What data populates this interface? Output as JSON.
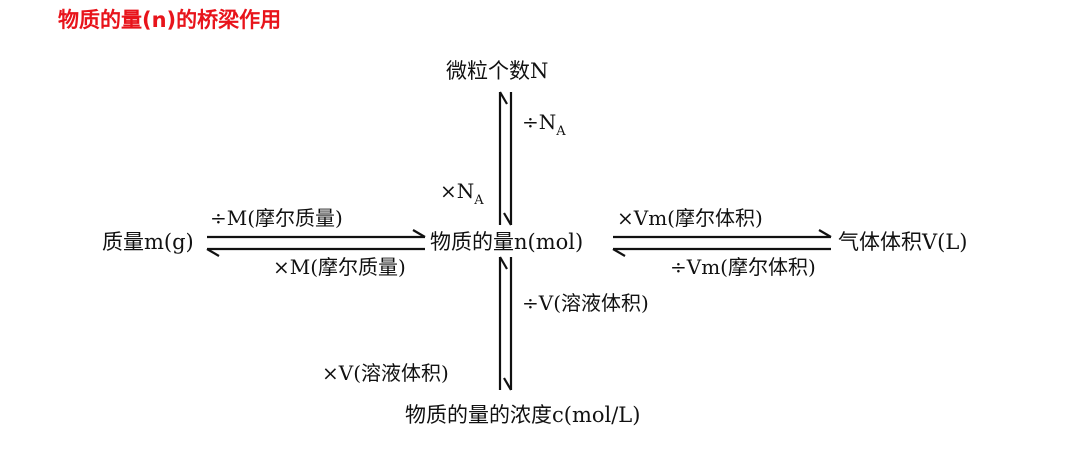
{
  "title": "物质的量(n)的桥梁作用",
  "nodes": {
    "particles": "微粒个数N",
    "center": "物质的量n(mol)",
    "mass": "质量m(g)",
    "gas_volume": "气体体积V(L)",
    "concentration": "物质的量的浓度c(mol/L)"
  },
  "labels": {
    "div_na_sign": "÷N",
    "div_na_sub": "A",
    "mul_na_sign": "×N",
    "mul_na_sub": "A",
    "div_m": "÷M(摩尔质量)",
    "mul_m": "×M(摩尔质量)",
    "mul_vm": "×Vm(摩尔体积)",
    "div_vm": "÷Vm(摩尔体积)",
    "div_v": "÷V(溶液体积)",
    "mul_v": "×V(溶液体积)"
  },
  "colors": {
    "title": "#e8141b",
    "ink": "#111111"
  }
}
